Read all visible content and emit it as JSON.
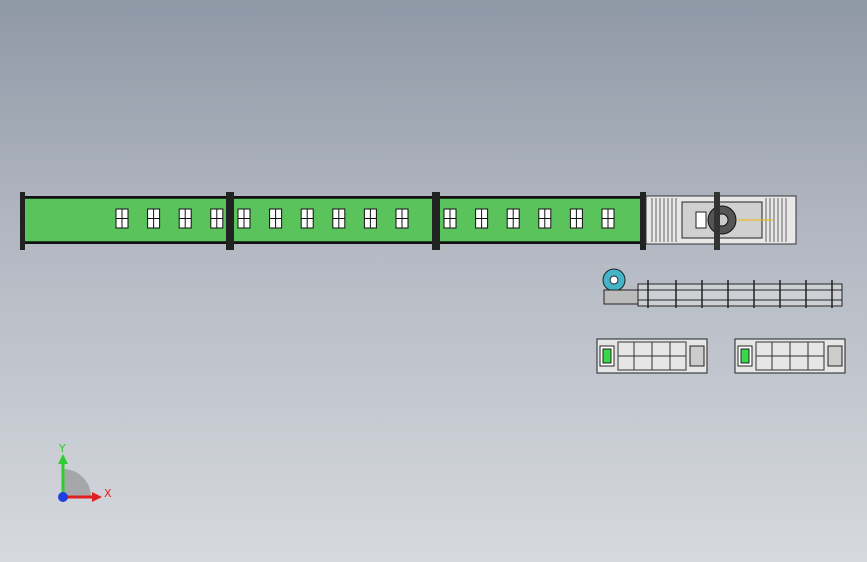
{
  "viewport": {
    "background_top": "#8f98a6",
    "background_bottom": "#d6d9de"
  },
  "model": {
    "main_conveyor": {
      "section_color": "#5bc35b",
      "sections": 3,
      "windows_per_section": [
        4,
        6,
        6
      ],
      "end_unit": "roller-station"
    },
    "side_conveyor": {
      "label": "chain-conveyor",
      "has_reel": true
    },
    "fixtures": [
      {
        "id": "fixture-1",
        "indicator_color": "#39d84a"
      },
      {
        "id": "fixture-2",
        "indicator_color": "#39d84a"
      }
    ]
  },
  "triad": {
    "y_label": "Y",
    "x_label": "X",
    "y_color": "#2ecc2e",
    "x_color": "#e02020",
    "origin_color": "#2040e0"
  }
}
